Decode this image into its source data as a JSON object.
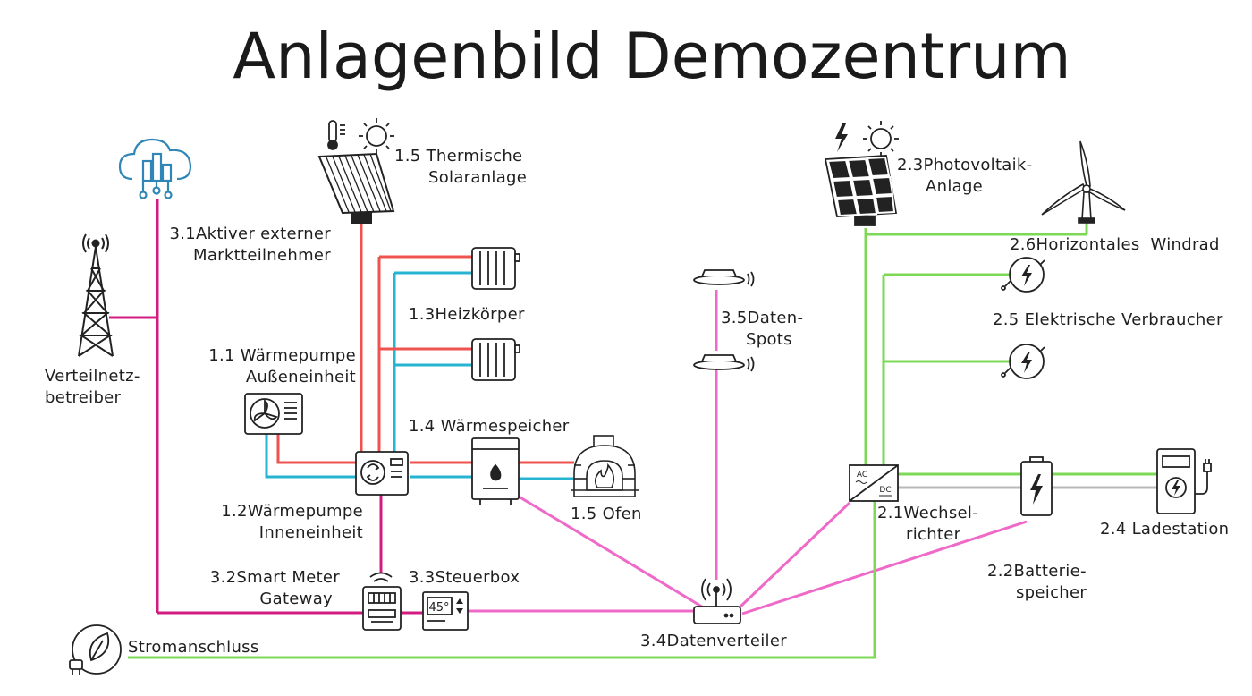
{
  "title": "Anlagenbild Demozentrum",
  "colors": {
    "heat_supply": "#ef5350",
    "heat_return": "#26b4d2",
    "power": "#7dd955",
    "data": "#ef6ac8",
    "grid_link": "#d21c80",
    "dc_link": "#b9b9b9",
    "icon_stroke": "#222222",
    "cloud_stroke": "#2f86b7"
  },
  "labels": {
    "thermal_solar": {
      "number": "1.5",
      "line1": "Thermische",
      "line2": "Solaranlage"
    },
    "radiators": {
      "number": "1.3",
      "line1": "Heizkörper"
    },
    "heatpump_outdoor": {
      "number": "1.1",
      "line1": "Wärmepumpe",
      "line2": "Außeneinheit"
    },
    "heat_storage": {
      "number": "1.4",
      "line1": "Wärmespeicher"
    },
    "heatpump_indoor": {
      "number": "1.2",
      "line1": "Wärmepumpe",
      "line2": "Inneneinheit"
    },
    "oven": {
      "number": "1.5",
      "line1": "Ofen"
    },
    "external_market": {
      "number": "3.1",
      "line1": "Aktiver externer",
      "line2": "Marktteilnehmer"
    },
    "grid_operator": {
      "line1": "Verteilnetz-",
      "line2": "betreiber"
    },
    "smart_meter": {
      "number": "3.2",
      "line1": "Smart Meter",
      "line2": "Gateway"
    },
    "control_box": {
      "number": "3.3",
      "line1": "Steuerbox"
    },
    "data_spots": {
      "number": "3.5",
      "line1": "Daten-",
      "line2": "Spots"
    },
    "data_hub": {
      "number": "3.4",
      "line1": "Datenverteiler"
    },
    "pv": {
      "number": "2.3",
      "line1": "Photovoltaik-",
      "line2": "Anlage"
    },
    "wind": {
      "number": "2.6",
      "line1": "Horizontales  Windrad"
    },
    "consumers": {
      "number": "2.5",
      "line1": "Elektrische Verbraucher"
    },
    "inverter": {
      "number": "2.1",
      "line1": "Wechsel-",
      "line2": "richter"
    },
    "charging": {
      "number": "2.4",
      "line1": "Ladestation"
    },
    "battery": {
      "number": "2.2",
      "line1": "Batterie-",
      "line2": "speicher"
    },
    "grid_connection": {
      "line1": "Stromanschluss"
    }
  },
  "icons": {
    "thermometer": "thermometer-icon",
    "sun": "sun-icon",
    "thermal_panel": "solar-thermal-panel-icon",
    "cloud": "cloud-city-icon",
    "tower": "radio-tower-icon",
    "radiator": "radiator-icon",
    "outdoor_unit": "heatpump-outdoor-unit-icon",
    "indoor_unit": "heatpump-indoor-unit-icon",
    "storage": "heat-storage-tank-icon",
    "oven": "brick-oven-icon",
    "meter": "smart-meter-icon",
    "thermostat": "thermostat-icon",
    "data_spot": "data-spot-icon",
    "router": "router-icon",
    "lightning": "lightning-icon",
    "pv_panel": "pv-panel-icon",
    "wind_turbine": "wind-turbine-icon",
    "consumer": "electric-consumer-icon",
    "inverter": "inverter-icon",
    "battery": "battery-icon",
    "charger": "ev-charger-icon",
    "leaf_plug": "leaf-plug-icon"
  },
  "glyphs": {
    "thermostat_reading": "45°",
    "inverter_ac": "AC",
    "inverter_dc": "DC"
  }
}
